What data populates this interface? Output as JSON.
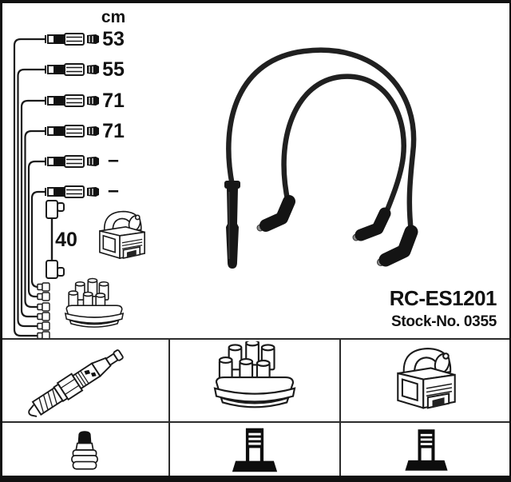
{
  "header": {
    "unit_label": "cm"
  },
  "cables": [
    {
      "label": "53"
    },
    {
      "label": "55"
    },
    {
      "label": "71"
    },
    {
      "label": "71"
    },
    {
      "label": "–"
    },
    {
      "label": "–"
    }
  ],
  "coil_lead": {
    "label": "40"
  },
  "product": {
    "part_number": "RC-ES1201",
    "stock_number": "Stock-No. 0355"
  },
  "icons": {
    "diagram": [
      "ignition-coil",
      "distributor-cap"
    ],
    "table_row1": [
      "spark-plug",
      "distributor-cap",
      "ignition-coil"
    ],
    "table_row2": [
      "spark-plug-terminal-nut",
      "terminal-post",
      "terminal-post"
    ]
  },
  "colors": {
    "background": "#ffffff",
    "line": "#1a1a1a",
    "frame": "#111111",
    "table_border": "#2c2c2c",
    "photo_cable": "#202020"
  }
}
